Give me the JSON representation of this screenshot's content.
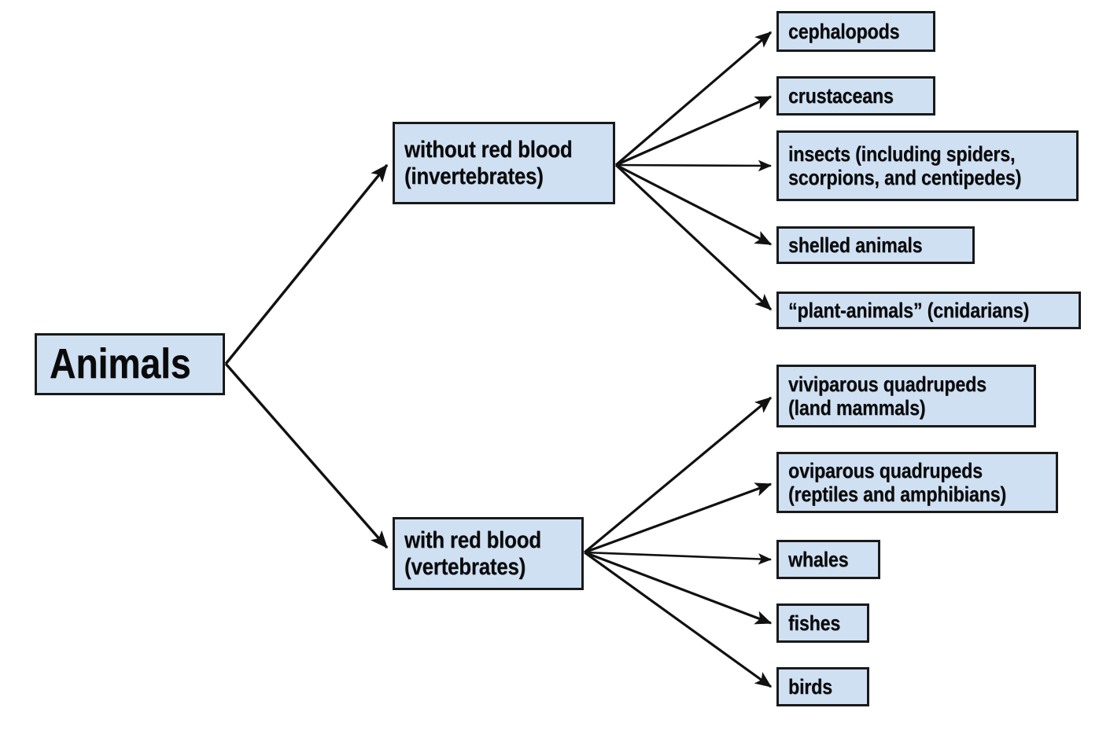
{
  "diagram": {
    "title": "Animals classification tree",
    "colors": {
      "node_fill": "#cfe0f3",
      "node_border": "#1a1a1a",
      "edge": "#111111",
      "background": "#ffffff",
      "text": "#0a0a0a"
    },
    "root": {
      "id": "root",
      "label": "Animals"
    },
    "branches": [
      {
        "id": "invertebrates",
        "label": "without red blood\n(invertebrates)",
        "children": [
          {
            "id": "cephalopods",
            "label": "cephalopods"
          },
          {
            "id": "crustaceans",
            "label": "crustaceans"
          },
          {
            "id": "insects",
            "label": "insects (including spiders,\nscorpions, and centipedes)"
          },
          {
            "id": "shelled",
            "label": "shelled animals"
          },
          {
            "id": "cnidarians",
            "label": "“plant-animals” (cnidarians)"
          }
        ]
      },
      {
        "id": "vertebrates",
        "label": "with red blood\n(vertebrates)",
        "children": [
          {
            "id": "mammals",
            "label": "viviparous quadrupeds\n(land mammals)"
          },
          {
            "id": "reptiles",
            "label": "oviparous quadrupeds\n(reptiles and amphibians)"
          },
          {
            "id": "whales",
            "label": "whales"
          },
          {
            "id": "fishes",
            "label": "fishes"
          },
          {
            "id": "birds",
            "label": "birds"
          }
        ]
      }
    ],
    "edges": [
      {
        "id": "root-to-invertebrates",
        "from": "root",
        "to": "invertebrates"
      },
      {
        "id": "root-to-vertebrates",
        "from": "root",
        "to": "vertebrates"
      },
      {
        "id": "invertebrates-to-cephalopods",
        "from": "invertebrates",
        "to": "cephalopods"
      },
      {
        "id": "invertebrates-to-crustaceans",
        "from": "invertebrates",
        "to": "crustaceans"
      },
      {
        "id": "invertebrates-to-insects",
        "from": "invertebrates",
        "to": "insects"
      },
      {
        "id": "invertebrates-to-shelled",
        "from": "invertebrates",
        "to": "shelled"
      },
      {
        "id": "invertebrates-to-cnidarians",
        "from": "invertebrates",
        "to": "cnidarians"
      },
      {
        "id": "vertebrates-to-mammals",
        "from": "vertebrates",
        "to": "mammals"
      },
      {
        "id": "vertebrates-to-reptiles",
        "from": "vertebrates",
        "to": "reptiles"
      },
      {
        "id": "vertebrates-to-whales",
        "from": "vertebrates",
        "to": "whales"
      },
      {
        "id": "vertebrates-to-fishes",
        "from": "vertebrates",
        "to": "fishes"
      },
      {
        "id": "vertebrates-to-birds",
        "from": "vertebrates",
        "to": "birds"
      }
    ]
  }
}
